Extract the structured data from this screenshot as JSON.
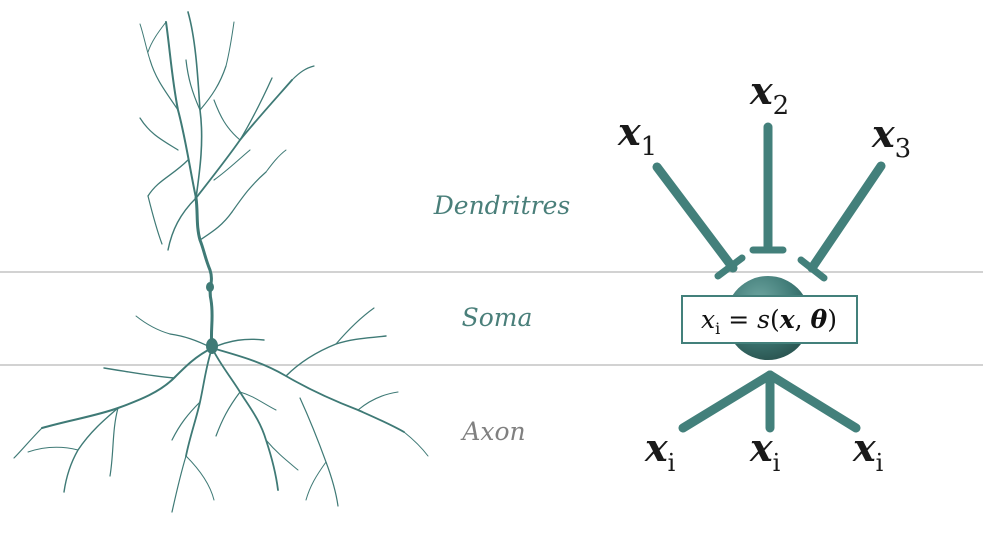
{
  "colors": {
    "neuron": "#3f7a76",
    "neuron_dark": "#2f615d",
    "label_dendrites": "#4a7f7a",
    "label_soma": "#4a7f7a",
    "label_axon": "#808080",
    "divider": "#bdbdbd",
    "var_text": "#1a1a1a"
  },
  "regions": {
    "dendrites": "Dendritres",
    "soma": "Soma",
    "axon": "Axon"
  },
  "inputs": [
    {
      "base": "x",
      "sub": "1"
    },
    {
      "base": "x",
      "sub": "2"
    },
    {
      "base": "x",
      "sub": "3"
    }
  ],
  "outputs": [
    {
      "base": "x",
      "sub": "i"
    },
    {
      "base": "x",
      "sub": "i"
    },
    {
      "base": "x",
      "sub": "i"
    }
  ],
  "equation": {
    "lhs_base": "x",
    "lhs_sub": "i",
    "equals": " = ",
    "func": "s",
    "open": "(",
    "arg1": "x",
    "comma": ", ",
    "arg2": "θ",
    "close": ")"
  }
}
